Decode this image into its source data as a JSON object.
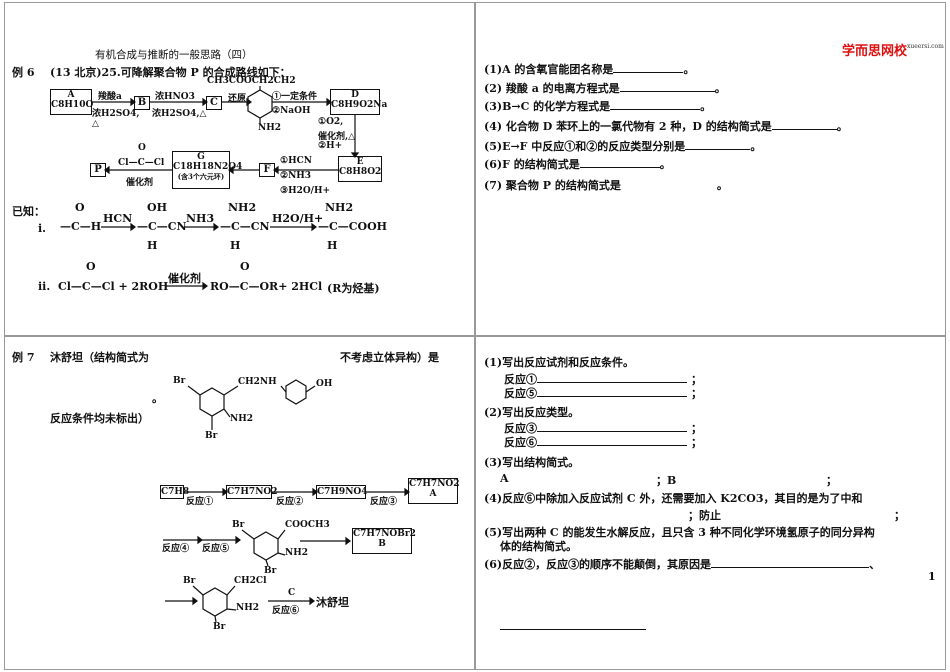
{
  "q1": {
    "heading": "有机合成与推断的一般思路（四）",
    "example_label": "例 6",
    "example_intro": "(13 北京)25.可降解聚合物 P 的合成路线如下：",
    "route": {
      "A_label": "A",
      "A_formula": "C8H10O",
      "arrow1_top": "羧酸a",
      "arrow1_bottom": "浓H2SO4,",
      "arrow1_delta": "△",
      "B": "B",
      "arrow2_top": "浓HNO3",
      "arrow2_bottom": "浓H2SO4,△",
      "C": "C",
      "arrow3_top": "还原",
      "substituent_top": "CH3COOCH2CH2",
      "amine": "NH2",
      "step_1": "①一定条件",
      "step_2": "②NaOH",
      "D_label": "D",
      "D_formula": "C8H9O2Na",
      "down_1": "①O2,",
      "down_2": "催化剂,△",
      "down_3": "②H+",
      "E_label": "E",
      "E_formula": "C8H8O2",
      "ef_1": "①HCN",
      "ef_2": "②NH3",
      "ef_3": "③H2O/H+",
      "F": "F",
      "G_label": "G",
      "G_formula": "C18H18N2O4",
      "G_note": "(含3个六元环)",
      "reagent_P": "Cl—C—Cl",
      "reagent_P_O": "O",
      "catalyst": "催化剂",
      "P": "P"
    },
    "known_label": "已知：",
    "known_i_label": "i.",
    "known_i": {
      "r1_O": "O",
      "r1": "—C—H",
      "reag1": "HCN",
      "r2_top": "OH",
      "r2": "—C—CN",
      "r2_bot": "H",
      "reag2": "NH3",
      "r3_top": "NH2",
      "r3": "—C—CN",
      "r3_bot": "H",
      "reag3": "H2O/H+",
      "r4_top": "NH2",
      "r4": "—C—COOH",
      "r4_bot": "H"
    },
    "known_ii_label": "ii.",
    "known_ii": {
      "lhs": "Cl—C—Cl + 2ROH",
      "lhs_O": "O",
      "catalyst": "催化剂",
      "rhs": "RO—C—OR+ 2HCl",
      "rhs_O": "O",
      "note": "(R为烃基)"
    }
  },
  "q2": {
    "logo": "学而思网校",
    "logo_sub": "xueersi.com",
    "questions": [
      "(1)A 的含氧官能团名称是",
      "(2) 羧酸 a 的电离方程式是",
      "(3)B→C 的化学方程式是",
      "(4) 化合物 D 苯环上的一氯代物有 2 种，D 的结构简式是",
      "(5)E→F 中反应①和②的反应类型分别是",
      "(6)F 的结构简式是",
      "(7) 聚合物 P 的结构简式是"
    ],
    "period": "。"
  },
  "q3": {
    "example_label": "例 7",
    "intro": "沐舒坦（结构简式为",
    "intro_tail": "不考虑立体异构）是",
    "dot": "。",
    "note": "反应条件均未标出）",
    "mol": {
      "br_top": "Br",
      "chain": "CH2NH",
      "oh": "OH",
      "nh2": "NH2",
      "br_bottom": "Br"
    },
    "route": {
      "s1": "C7H8",
      "r1": "反应①",
      "s2": "C7H7NO2",
      "r2": "反应②",
      "s3": "C7H9NO4",
      "r3": "反应③",
      "A_formula": "C7H7NO2",
      "A_label": "A",
      "r4": "反应④",
      "r5": "反应⑤",
      "ester_br": "Br",
      "ester_cooch3": "COOCH3",
      "ester_nh2": "NH2",
      "ester_br2": "Br",
      "B_formula": "C7H7NOBr2",
      "B_label": "B",
      "cl_br": "Br",
      "cl_ch2cl": "CH2Cl",
      "cl_nh2": "NH2",
      "cl_br2": "Br",
      "r6_reagent": "C",
      "r6": "反应⑥",
      "product": "沐舒坦"
    }
  },
  "q4": {
    "p1": "(1)写出反应试剂和反应条件。",
    "p1a": "反应①",
    "p1b": "反应⑤",
    "p2": "(2)写出反应类型。",
    "p2a": "反应③",
    "p2b": "反应⑥",
    "p3": "(3)写出结构简式。",
    "p3a": "A",
    "p3b": "；B",
    "semi": "；",
    "p4": "(4)反应⑥中除加入反应试剂 C 外，还需要加入 K2CO3，其目的是为了中和",
    "p4b": "；防止",
    "p5": "(5)写出两种 C 的能发生水解反应，且只含 3 种不同化学环境氢原子的同分异构",
    "p5b": "体的结构简式。",
    "p6": "(6)反应②，反应③的顺序不能颠倒，其原因是",
    "p6_end": "、",
    "page_num": "1"
  }
}
